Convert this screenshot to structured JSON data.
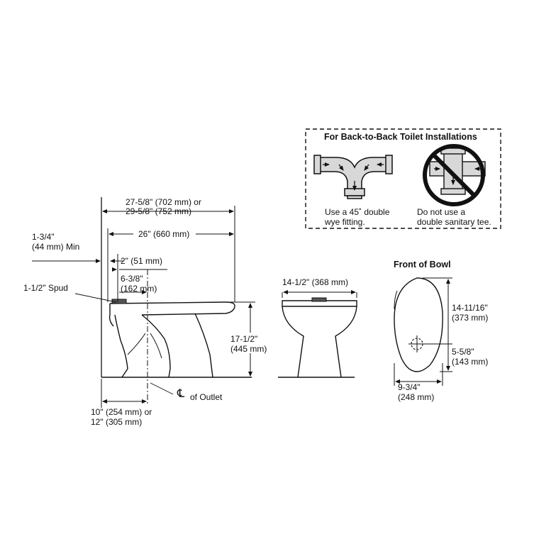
{
  "back_to_back": {
    "title": "For Back-to-Back Toilet Installations",
    "do_line1": "Use a 45˚ double",
    "do_line2": "wye fitting.",
    "dont_line1": "Do not use a",
    "dont_line2": "double sanitary tee."
  },
  "side_view": {
    "overall_length_1": "27-5/8\" (702 mm) or",
    "overall_length_2": "29-5/8\" (752 mm)",
    "bowl_length": "26\" (660 mm)",
    "min_clearance_1": "1-3/4\"",
    "min_clearance_2": "(44 mm) Min",
    "spud_offset": "2\" (51 mm)",
    "spud_to_outlet_1": "6-3/8\"",
    "spud_to_outlet_2": "(162 mm)",
    "spud_label": "1-1/2\" Spud",
    "height_1": "17-1/2\"",
    "height_2": "(445 mm)",
    "outlet_symbol": "℄",
    "outlet_label": "of Outlet",
    "rough_in_1": "10\" (254 mm) or",
    "rough_in_2": "12\" (305 mm)"
  },
  "front_view": {
    "width": "14-1/2\" (368 mm)"
  },
  "top_view": {
    "title": "Front of Bowl",
    "length_1": "14-11/16\"",
    "length_2": "(373 mm)",
    "outlet_offset_1": "5-5/8\"",
    "outlet_offset_2": "(143 mm)",
    "width_1": "9-3/4\"",
    "width_2": "(248 mm)"
  }
}
